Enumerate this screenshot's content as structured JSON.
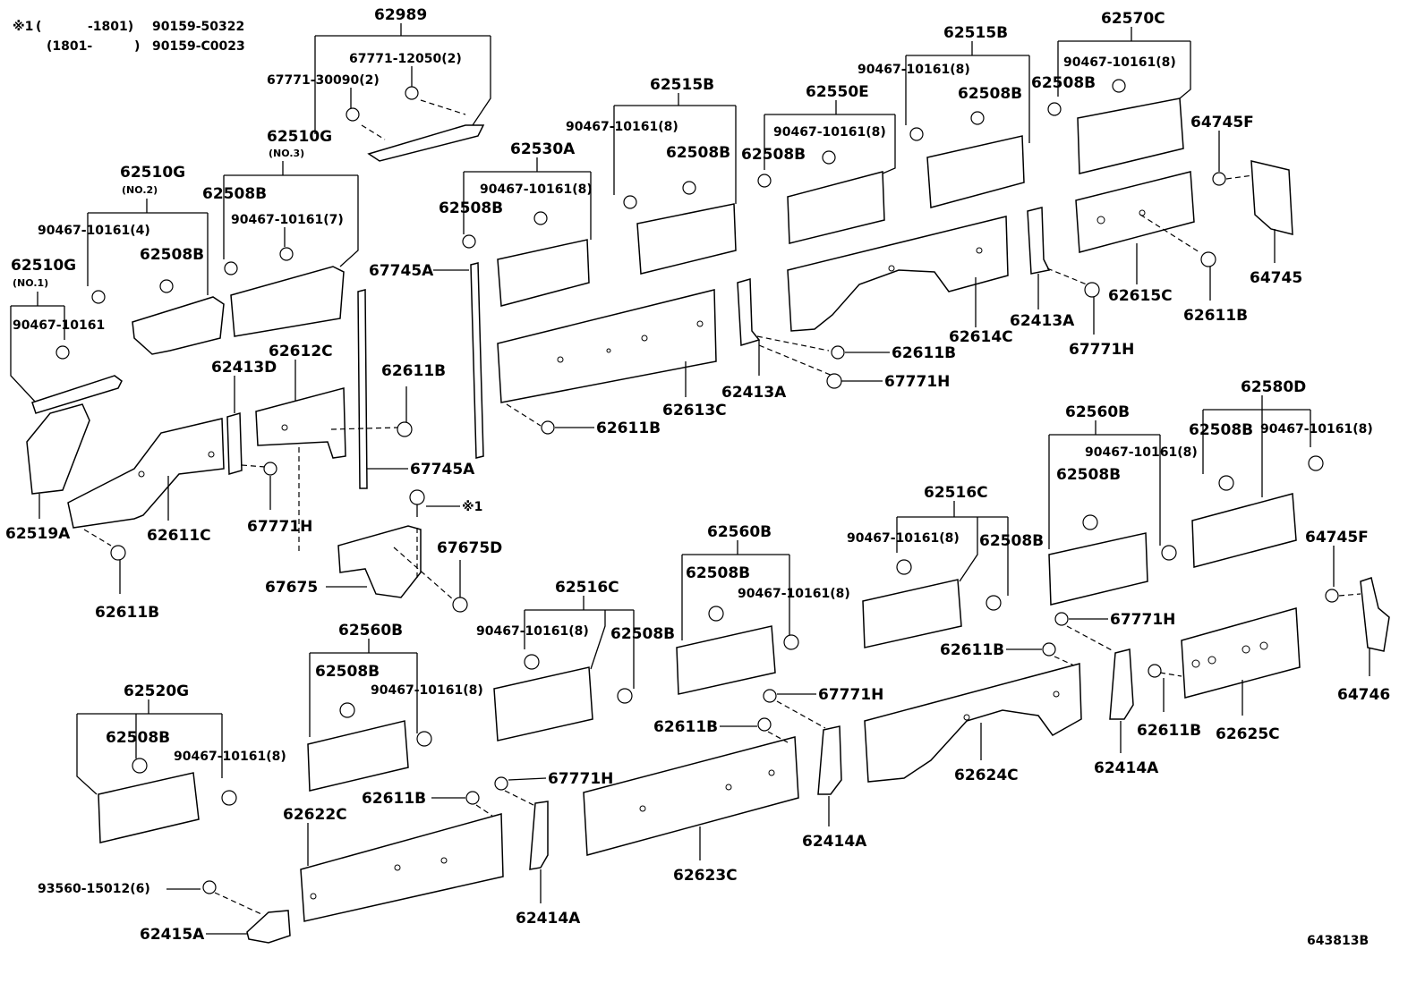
{
  "note": {
    "symbol": "※1",
    "lines": [
      {
        "range_open": "(",
        "range_to": "-1801)",
        "part": "90159-50322"
      },
      {
        "range_open": "(1801-",
        "range_to": ")",
        "part": "90159-C0023"
      }
    ]
  },
  "diagram_code": "643813B",
  "labels": {
    "p62989": "62989",
    "p67771_12050": "67771-12050(2)",
    "p67771_30090": "67771-30090(2)",
    "p62510G_3": "62510G",
    "no3": "(NO.3)",
    "p62510G_2": "62510G",
    "no2": "(NO.2)",
    "p62508B_a": "62508B",
    "p90467_7": "90467-10161(7)",
    "p90467_4": "90467-10161(4)",
    "p62508B_b": "62508B",
    "p62510G_1": "62510G",
    "no1": "(NO.1)",
    "p90467_single": "90467-10161",
    "p62530A": "62530A",
    "p90467_8a": "90467-10161(8)",
    "p62508B_c": "62508B",
    "p62515B_a": "62515B",
    "p90467_8b": "90467-10161(8)",
    "p62508B_d": "62508B",
    "p62550E": "62550E",
    "p90467_8c": "90467-10161(8)",
    "p62508B_e": "62508B",
    "p62515B_b": "62515B",
    "p90467_8d": "90467-10161(8)",
    "p62508B_f": "62508B",
    "p62570C": "62570C",
    "p90467_8e": "90467-10161(8)",
    "p62508B_g": "62508B",
    "p64745F_a": "64745F",
    "p64745": "64745",
    "p67745A_a": "67745A",
    "p67745A_b": "67745A",
    "p62612C": "62612C",
    "p62413D": "62413D",
    "p62611B_a": "62611B",
    "p62613C": "62613C",
    "p62611B_b": "62611B",
    "p62413A_a": "62413A",
    "p62611B_c": "62611B",
    "p67771H_a": "67771H",
    "p62614C": "62614C",
    "p62413A_b": "62413A",
    "p67771H_b": "67771H",
    "p62615C": "62615C",
    "p62611B_d": "62611B",
    "p62519A": "62519A",
    "p62611C": "62611C",
    "p67771H_c": "67771H",
    "p62611B_e": "62611B",
    "ref1": "※1",
    "p67675D": "67675D",
    "p67675": "67675",
    "p62516C_a": "62516C",
    "p90467_8f": "90467-10161(8)",
    "p62508B_h": "62508B",
    "p62560B_a": "62560B",
    "p62508B_i": "62508B",
    "p90467_8g": "90467-10161(8)",
    "p62560B_b": "62560B",
    "p62508B_j": "62508B",
    "p90467_8h": "90467-10161(8)",
    "p62516C_b": "62516C",
    "p90467_8i": "90467-10161(8)",
    "p62508B_k": "62508B",
    "p62560B_c": "62560B",
    "p90467_8j": "90467-10161(8)",
    "p62508B_l": "62508B",
    "p62580D": "62580D",
    "p62508B_m": "62508B",
    "p90467_8k": "90467-10161(8)",
    "p64745F_b": "64745F",
    "p64746": "64746",
    "p62520G": "62520G",
    "p62508B_n": "62508B",
    "p90467_8l": "90467-10161(8)",
    "p62622C": "62622C",
    "p62611B_f": "62611B",
    "p67771H_d": "67771H",
    "p62414A_a": "62414A",
    "p62623C": "62623C",
    "p62611B_g": "62611B",
    "p67771H_e": "67771H",
    "p62414A_b": "62414A",
    "p62624C": "62624C",
    "p62611B_h": "62611B",
    "p67771H_f": "67771H",
    "p62414A_c": "62414A",
    "p62611B_i": "62611B",
    "p62625C": "62625C",
    "p93560": "93560-15012(6)",
    "p62415A": "62415A"
  }
}
